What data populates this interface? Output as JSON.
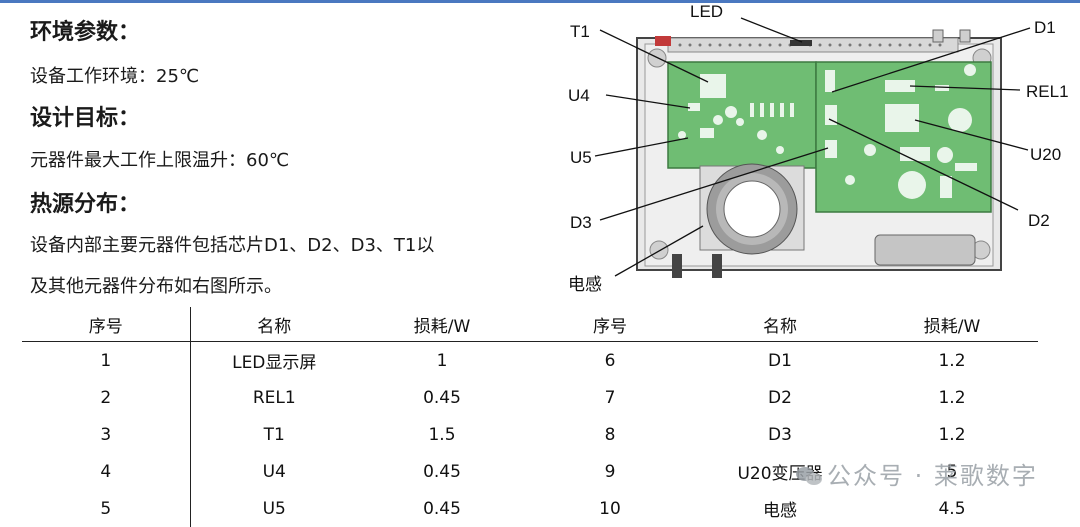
{
  "left": {
    "h1": "环境参数：",
    "p1": "设备工作环境：25℃",
    "h2": "设计目标：",
    "p2": "元器件最大工作上限温升：60℃",
    "h3": "热源分布：",
    "p3a": "设备内部主要元器件包括芯片D1、D2、D3、T1以",
    "p3b": "及其他元器件分布如右图所示。"
  },
  "diagram_labels": {
    "led": "LED",
    "t1": "T1",
    "d1": "D1",
    "u4": "U4",
    "rel1": "REL1",
    "u5": "U5",
    "u20": "U20",
    "d3": "D3",
    "d2": "D2",
    "inductor": "电感"
  },
  "table": {
    "headers": [
      "序号",
      "名称",
      "损耗/W",
      "序号",
      "名称",
      "损耗/W"
    ],
    "rows": [
      [
        "1",
        "LED显示屏",
        "1",
        "6",
        "D1",
        "1.2"
      ],
      [
        "2",
        "REL1",
        "0.45",
        "7",
        "D2",
        "1.2"
      ],
      [
        "3",
        "T1",
        "1.5",
        "8",
        "D3",
        "1.2"
      ],
      [
        "4",
        "U4",
        "0.45",
        "9",
        "U20变压器",
        "5"
      ],
      [
        "5",
        "U5",
        "0.45",
        "10",
        "电感",
        "4.5"
      ]
    ]
  },
  "watermark": "公众号 · 莱歌数字"
}
